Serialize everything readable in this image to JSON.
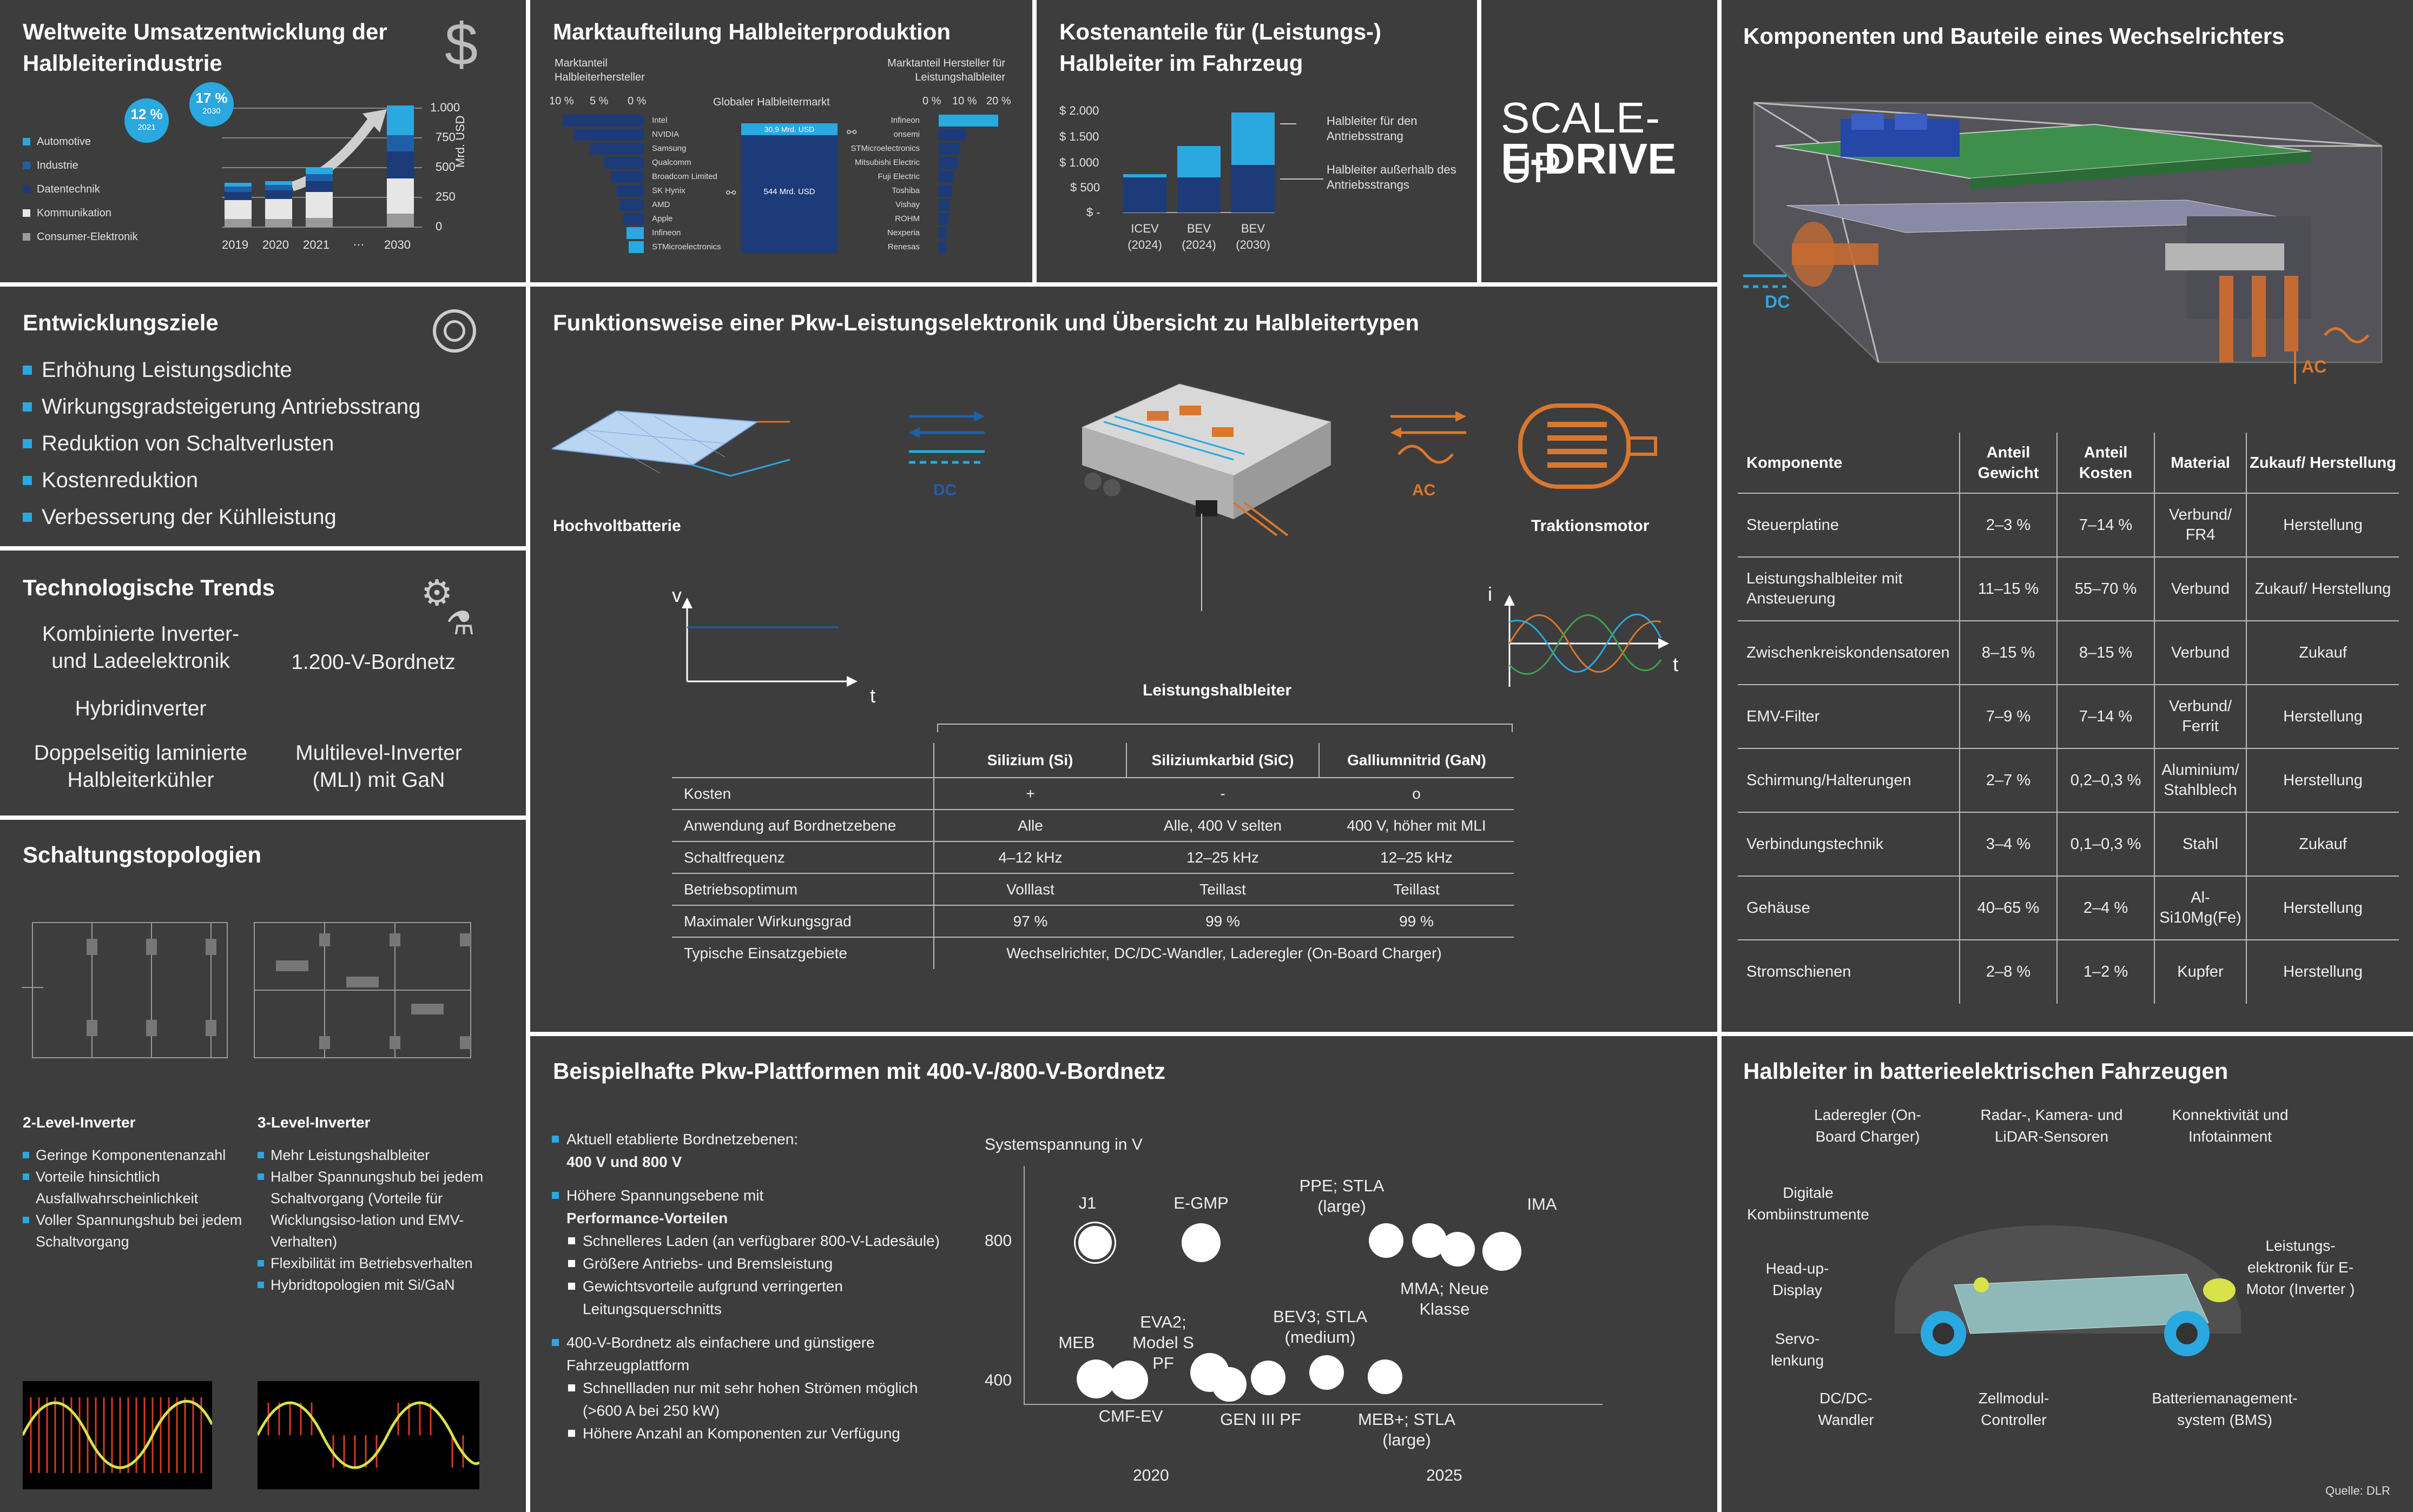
{
  "p1": {
    "title": "Weltweite Umsatzentwicklung der Halbleiterindustrie",
    "icon": "dollar-icon",
    "legend": [
      "Automotive",
      "Industrie",
      "Datentechnik",
      "Kommunikation",
      "Consumer-Elektronik"
    ],
    "badge1_pct": "12 %",
    "badge1_year": "2021",
    "badge2_pct": "17 %",
    "badge2_year": "2030",
    "yticks": [
      "1.000",
      "750",
      "500",
      "250",
      "0"
    ],
    "yunit": "Mrd. USD",
    "xlabels": [
      "2019",
      "2020",
      "2021",
      "…",
      "2030"
    ]
  },
  "p2": {
    "title": "Marktaufteilung Halbleiterproduktion",
    "left_head": "Marktanteil Halbleiterhersteller",
    "left_ticks": [
      "10 %",
      "5 %",
      "0 %"
    ],
    "center_head": "Globaler Halbleitermarkt",
    "top_value": "30,9 Mrd. USD",
    "bottom_value": "544 Mrd. USD",
    "right_head": "Marktanteil Hersteller für Leistungshalbleiter",
    "right_ticks": [
      "0 %",
      "10 %",
      "20 %"
    ],
    "left_companies": [
      "Intel",
      "NVIDIA",
      "Samsung",
      "Qualcomm",
      "Broadcom Limited",
      "SK Hynix",
      "AMD",
      "Apple",
      "Infineon",
      "STMicroelectronics"
    ],
    "right_companies": [
      "Infineon",
      "onsemi",
      "STMicroelectronics",
      "Mitsubishi Electric",
      "Fuji Electric",
      "Toshiba",
      "Vishay",
      "ROHM",
      "Nexperia",
      "Renesas"
    ]
  },
  "p3": {
    "title": "Kostenanteile für (Leistungs-) Halbleiter im Fahrzeug",
    "yticks": [
      "$ 2.000",
      "$ 1.500",
      "$ 1.000",
      "$ 500",
      "$ -"
    ],
    "bars": [
      {
        "l1": "ICEV",
        "l2": "(2024)"
      },
      {
        "l1": "BEV",
        "l2": "(2024)"
      },
      {
        "l1": "BEV",
        "l2": "(2030)"
      }
    ],
    "legend_in": "Halbleiter für den Antriebsstrang",
    "legend_out": "Halbleiter außerhalb des Antriebsstrangs"
  },
  "brand": {
    "line1": "SCALE-UP",
    "line2": "E-DRIVE"
  },
  "p5": {
    "title": "Komponenten und Bauteile eines Wechselrichters",
    "dc": "DC",
    "ac": "AC",
    "headers": [
      "Komponente",
      "Anteil Gewicht",
      "Anteil Kosten",
      "Material",
      "Zukauf/ Herstellung"
    ],
    "rows": [
      [
        "Steuerplatine",
        "2–3 %",
        "7–14 %",
        "Verbund/ FR4",
        "Herstellung"
      ],
      [
        "Leistungshalbleiter mit Ansteuerung",
        "11–15 %",
        "55–70 %",
        "Verbund",
        "Zukauf/ Herstellung"
      ],
      [
        "Zwischenkreiskondensatoren",
        "8–15 %",
        "8–15 %",
        "Verbund",
        "Zukauf"
      ],
      [
        "EMV-Filter",
        "7–9 %",
        "7–14 %",
        "Verbund/ Ferrit",
        "Herstellung"
      ],
      [
        "Schirmung/Halterungen",
        "2–7 %",
        "0,2–0,3 %",
        "Aluminium/ Stahlblech",
        "Herstellung"
      ],
      [
        "Verbindungstechnik",
        "3–4 %",
        "0,1–0,3 %",
        "Stahl",
        "Zukauf"
      ],
      [
        "Gehäuse",
        "40–65 %",
        "2–4 %",
        "Al-Si10Mg(Fe)",
        "Herstellung"
      ],
      [
        "Stromschienen",
        "2–8 %",
        "1–2 %",
        "Kupfer",
        "Herstellung"
      ]
    ]
  },
  "p6": {
    "title": "Entwicklungsziele",
    "items": [
      "Erhöhung Leistungsdichte",
      "Wirkungsgradsteigerung Antriebsstrang",
      "Reduktion von Schaltverlusten",
      "Kostenreduktion",
      "Verbesserung der Kühlleistung"
    ]
  },
  "p7": {
    "title": "Technologische Trends",
    "t1": "Kombinierte Inverter- und Ladeelektronik",
    "t2": "1.200-V-Bordnetz",
    "t3": "Hybridinverter",
    "t4": "Doppelseitig laminierte Halbleiterkühler",
    "t5": "Multilevel-Inverter (MLI) mit GaN"
  },
  "p8": {
    "title": "Funktionsweise einer Pkw-Leistungselektronik und Übersicht zu Halbleitertypen",
    "battery": "Hochvoltbatterie",
    "dc": "DC",
    "ac": "AC",
    "motor": "Traktionsmotor",
    "v": "v",
    "t": "t",
    "i": "i",
    "semis": "Leistungshalbleiter",
    "headers": [
      "Silizium (Si)",
      "Siliziumkarbid (SiC)",
      "Galliumnitrid (GaN)"
    ],
    "rows": [
      [
        "Kosten",
        "+",
        "-",
        "o"
      ],
      [
        "Anwendung auf Bordnetzebene",
        "Alle",
        "Alle, 400 V selten",
        "400 V, höher mit MLI"
      ],
      [
        "Schaltfrequenz",
        "4–12 kHz",
        "12–25 kHz",
        "12–25 kHz"
      ],
      [
        "Betriebsoptimum",
        "Volllast",
        "Teillast",
        "Teillast"
      ],
      [
        "Maximaler Wirkungsgrad",
        "97 %",
        "99 %",
        "99 %"
      ]
    ],
    "last_row_label": "Typische Einsatzgebiete",
    "last_row_value": "Wechselrichter, DC/DC-Wandler, Laderegler (On-Board Charger)"
  },
  "p9": {
    "title": "Schaltungstopologien",
    "col1_head": "2-Level-Inverter",
    "col1": [
      "Geringe Komponentenanzahl",
      "Vorteile hinsichtlich Ausfallwahrscheinlichkeit",
      "Voller Spannungshub bei jedem Schaltvorgang"
    ],
    "col2_head": "3-Level-Inverter",
    "col2": [
      "Mehr Leistungshalbleiter",
      "Halber Spannungshub bei jedem Schaltvorgang (Vorteile für Wicklungsiso-lation und EMV-Verhalten)",
      "Flexibilität im Betriebsverhalten",
      "Hybridtopologien mit Si/GaN"
    ]
  },
  "p10": {
    "title": "Beispielhafte Pkw-Plattformen mit 400-V-/800-V-Bordnetz",
    "b1": "Aktuell etablierte Bordnetzebenen:",
    "b1_bold": "400 V und 800 V",
    "b2": "Höhere Spannungsebene mit",
    "b2_bold": "Performance-Vorteilen",
    "b2_sub": [
      "Schnelleres Laden (an verfügbarer 800-V-Ladesäule)",
      "Größere Antriebs- und Bremsleistung",
      "Gewichtsvorteile aufgrund verringerten Leitungsquerschnitts"
    ],
    "b3": "400-V-Bordnetz als einfachere und günstigere Fahrzeugplattform",
    "b3_sub": [
      "Schnellladen nur mit sehr hohen Strömen möglich (>600 A bei 250 kW)",
      "Höhere Anzahl an Komponenten zur Verfügung"
    ],
    "ylabel": "Systemspannung in V",
    "y800": "800",
    "y400": "400",
    "x2020": "2020",
    "x2025": "2025",
    "platforms": [
      "J1",
      "E-GMP",
      "PPE; STLA (large)",
      "IMA",
      "MMA; Neue Klasse",
      "MEB",
      "EVA2; Model S PF",
      "BEV3; STLA (medium)",
      "CMF-EV",
      "GEN III PF",
      "MEB+; STLA (large)"
    ]
  },
  "p11": {
    "title": "Halbleiter in batterieelektrischen Fahrzeugen",
    "labels": [
      "Laderegler (On-Board Charger)",
      "Radar-, Kamera- und LiDAR-Sensoren",
      "Konnektivität und Infotainment",
      "Digitale Kombiinstrumente",
      "Leistungs-elektronik für E-Motor (Inverter )",
      "Head-up-Display",
      "Servo-lenkung",
      "DC/DC-Wandler",
      "Zellmodul-Controller",
      "Batteriemanagement-system (BMS)"
    ],
    "source": "Quelle: DLR"
  }
}
